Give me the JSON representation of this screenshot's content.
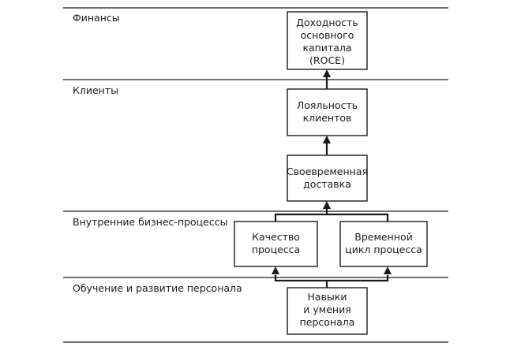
{
  "sections": {
    "finance": "Финансы",
    "customers": "Клиенты",
    "internal": "Внутренние бизнес-процессы",
    "learning": "Обучение и развитие персонала"
  },
  "boxes": {
    "roce": [
      "Доходность",
      "основного",
      "капитала",
      "(ROCE)"
    ],
    "loyalty": [
      "Лояльность",
      "клиентов"
    ],
    "delivery": [
      "Своевременная",
      "доставка"
    ],
    "quality": [
      "Качество",
      "процесса"
    ],
    "cycle": [
      "Временной",
      "цикл процесса"
    ],
    "skills": [
      "Навыки",
      "и умения",
      "персонала"
    ]
  }
}
